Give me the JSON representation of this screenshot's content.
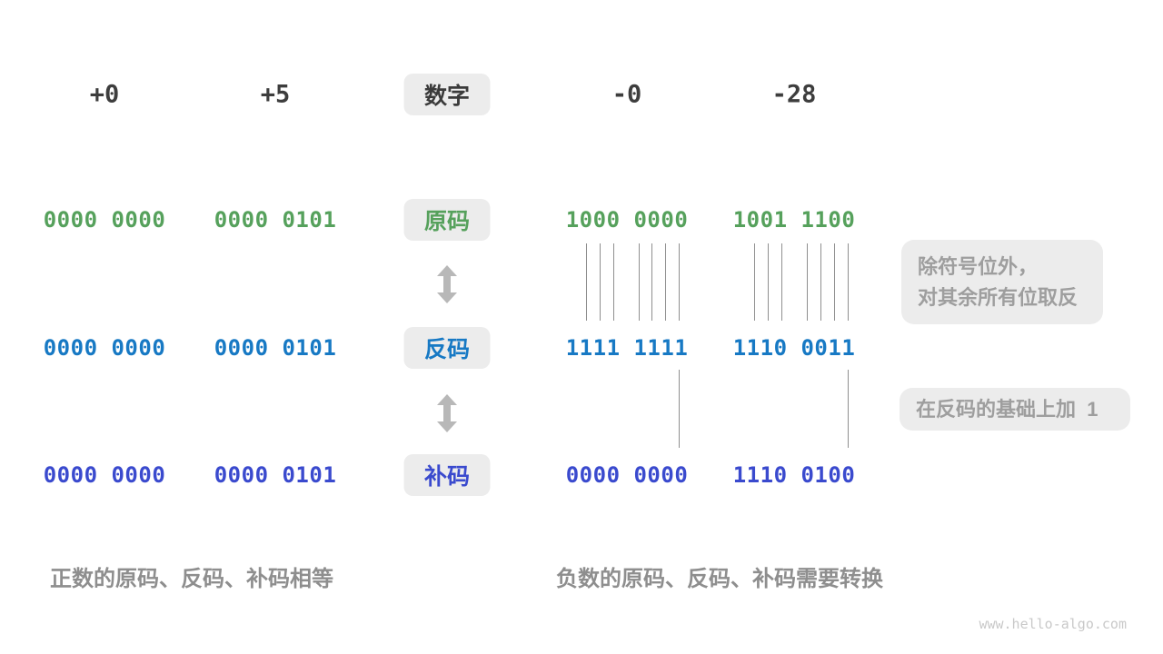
{
  "header": {
    "values": [
      "+0",
      "+5",
      "-0",
      "-28"
    ],
    "label": "数字"
  },
  "rows": [
    {
      "key": "sign-magnitude",
      "label": "原码",
      "color": "#56a15c",
      "values": [
        "0000 0000",
        "0000 0101",
        "1000 0000",
        "1001 1100"
      ]
    },
    {
      "key": "ones-complement",
      "label": "反码",
      "color": "#1779c4",
      "values": [
        "0000 0000",
        "0000 0101",
        "1111 1111",
        "1110 0011"
      ]
    },
    {
      "key": "twos-complement",
      "label": "补码",
      "color": "#3a4ace",
      "values": [
        "0000 0000",
        "0000 0101",
        "0000 0000",
        "1110 0100"
      ]
    }
  ],
  "annotations": {
    "flip_line1": "除符号位外，",
    "flip_line2": "对其余所有位取反",
    "add_one": "在反码的基础上加  1"
  },
  "captions": {
    "positive": "正数的原码、反码、补码相等",
    "negative": "负数的原码、反码、补码需要转换"
  },
  "watermark": "www.hello-algo.com",
  "colors": {
    "sign_magnitude_green": "#56a15c",
    "ones_complement_blue": "#1779c4",
    "twos_complement_indigo": "#3a4ace",
    "box_background": "#ececec",
    "dark_text": "#3d3d3d",
    "annotation_gray": "#9e9e9e",
    "arrow_gray": "#b8b8b8"
  }
}
